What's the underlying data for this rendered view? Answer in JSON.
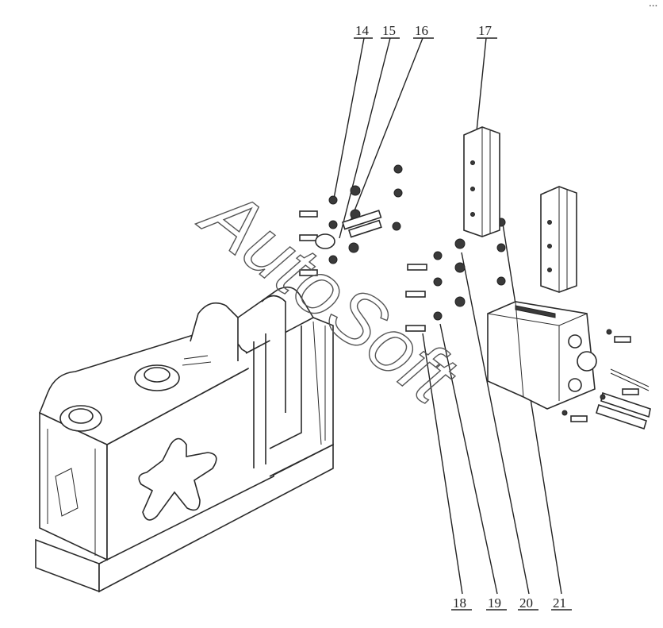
{
  "labels": {
    "top": [
      "14",
      "15",
      "16",
      "17"
    ],
    "bottom": [
      "18",
      "19",
      "20",
      "21"
    ]
  },
  "watermark": "AutoSoft",
  "corner_mark": "∙∙∙"
}
